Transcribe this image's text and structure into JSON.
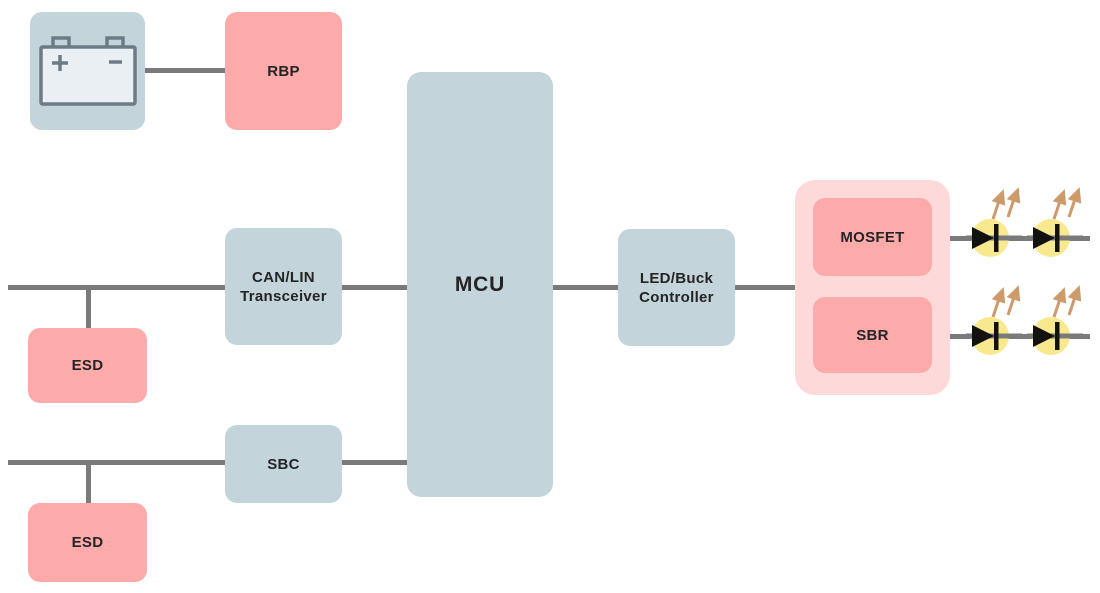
{
  "blocks": {
    "battery": {
      "icon": "car-battery-icon",
      "plus_sign": "+",
      "minus_sign": "−"
    },
    "rbp": {
      "label": "RBP"
    },
    "can_lin_transceiver": {
      "line1": "CAN/LIN",
      "line2": "Transceiver"
    },
    "esd_top": {
      "label": "ESD"
    },
    "mcu": {
      "label": "MCU"
    },
    "led_buck_controller": {
      "line1": "LED/Buck",
      "line2": "Controller"
    },
    "sbc": {
      "label": "SBC"
    },
    "esd_bottom": {
      "label": "ESD"
    },
    "led_driver_group": {
      "mosfet_label": "MOSFET",
      "sbr_label": "SBR"
    }
  },
  "leds": {
    "rows": 2,
    "leds_per_row": 2,
    "icon": "led-diode-icon",
    "rays_icon": "light-rays-icon"
  },
  "colors": {
    "block_blue": "#c4d4db",
    "block_pink": "#fdaaaa",
    "inner_pink": "#fca4a4",
    "group_light_pink": "#fdd9d9",
    "wire_gray": "#7a7a7a",
    "led_yellow": "#f8e88e",
    "ray_tan": "#cd9a6c",
    "battery_body_fill": "#e9eff2",
    "battery_stroke": "#6d7b87",
    "diode_black": "#121212",
    "text": "#242424"
  }
}
